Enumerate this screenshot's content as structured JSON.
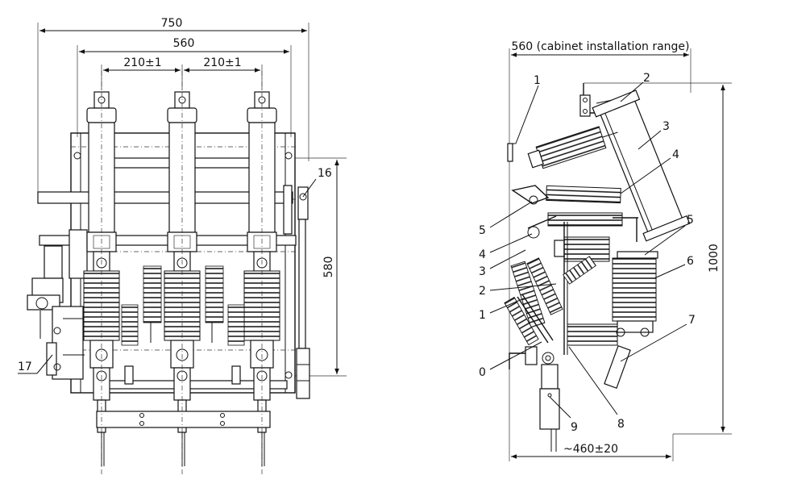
{
  "front_view": {
    "dimensions": {
      "overall_width": "750",
      "mounting_width": "560",
      "pole_pitch_left": "210±1",
      "pole_pitch_right": "210±1",
      "mounting_height": "580"
    },
    "callouts": {
      "c16": "16",
      "c17": "17"
    }
  },
  "side_view": {
    "dimensions": {
      "cabinet_range": "560 (cabinet installation range)",
      "total_height": "1000",
      "base_depth": "~460±20"
    },
    "callouts": {
      "right_1": "1",
      "right_2": "2",
      "right_3": "3",
      "right_4": "4",
      "right_5": "5",
      "right_6": "6",
      "right_7": "7",
      "right_8": "8",
      "right_9": "9",
      "left_5": "5",
      "left_4": "4",
      "left_3": "3",
      "left_2": "2",
      "left_1": "1",
      "left_0": "0"
    }
  }
}
